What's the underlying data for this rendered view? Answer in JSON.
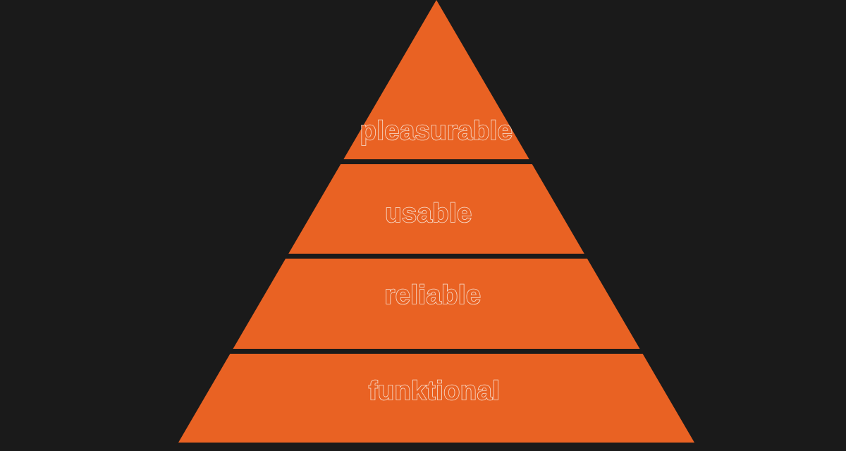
{
  "colors": {
    "background": "#1a1a1a",
    "layer_fill": "#e96223",
    "separator": "#1a1a1a",
    "label_fill": "#e96223",
    "label_stroke": "#f7e1d3"
  },
  "pyramid": {
    "layers": [
      {
        "id": "pleasurable",
        "label": "pleasurable"
      },
      {
        "id": "usable",
        "label": "usable"
      },
      {
        "id": "reliable",
        "label": "reliable"
      },
      {
        "id": "funktional",
        "label": "funktional"
      }
    ]
  }
}
